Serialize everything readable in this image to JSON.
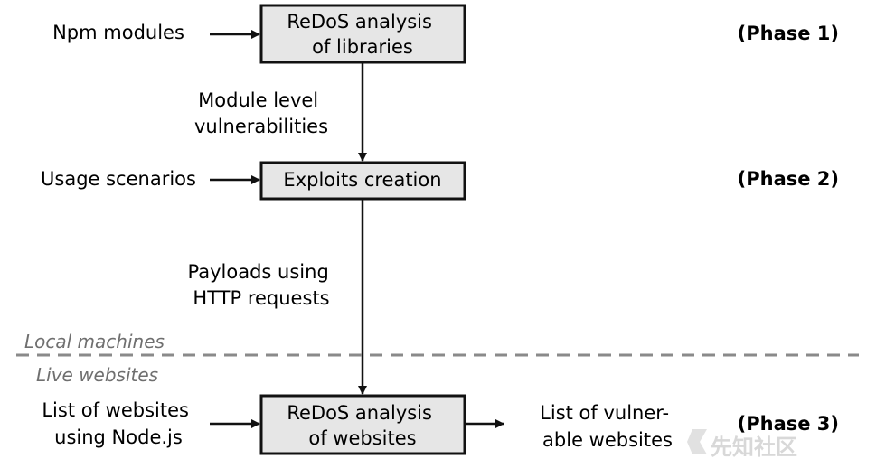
{
  "diagram": {
    "boxes": {
      "redos_libraries": [
        "ReDoS analysis",
        "of libraries"
      ],
      "exploits_creation": [
        "Exploits creation"
      ],
      "redos_websites": [
        "ReDoS analysis",
        "of websites"
      ]
    },
    "inputs": {
      "npm_modules": [
        "Npm modules"
      ],
      "usage_scenarios": [
        "Usage scenarios"
      ],
      "list_of_websites": [
        "List of websites",
        "using Node.js"
      ]
    },
    "edge_labels": {
      "module_level": [
        "Module level",
        "vulnerabilities"
      ],
      "payloads": [
        "Payloads using",
        "HTTP requests"
      ]
    },
    "output": {
      "vulnerable_websites": [
        "List of vulner-",
        "able websites"
      ]
    },
    "phases": {
      "phase1": "(Phase 1)",
      "phase2": "(Phase 2)",
      "phase3": "(Phase 3)"
    },
    "regions": {
      "local": "Local machines",
      "live": "Live websites"
    },
    "watermark": "先知社区",
    "colors": {
      "box_fill": "#e6e6e6",
      "stroke": "#111111",
      "region_text": "#6f6f6f",
      "divider": "#8a8a8a",
      "watermark": "#d8d8d8"
    }
  }
}
